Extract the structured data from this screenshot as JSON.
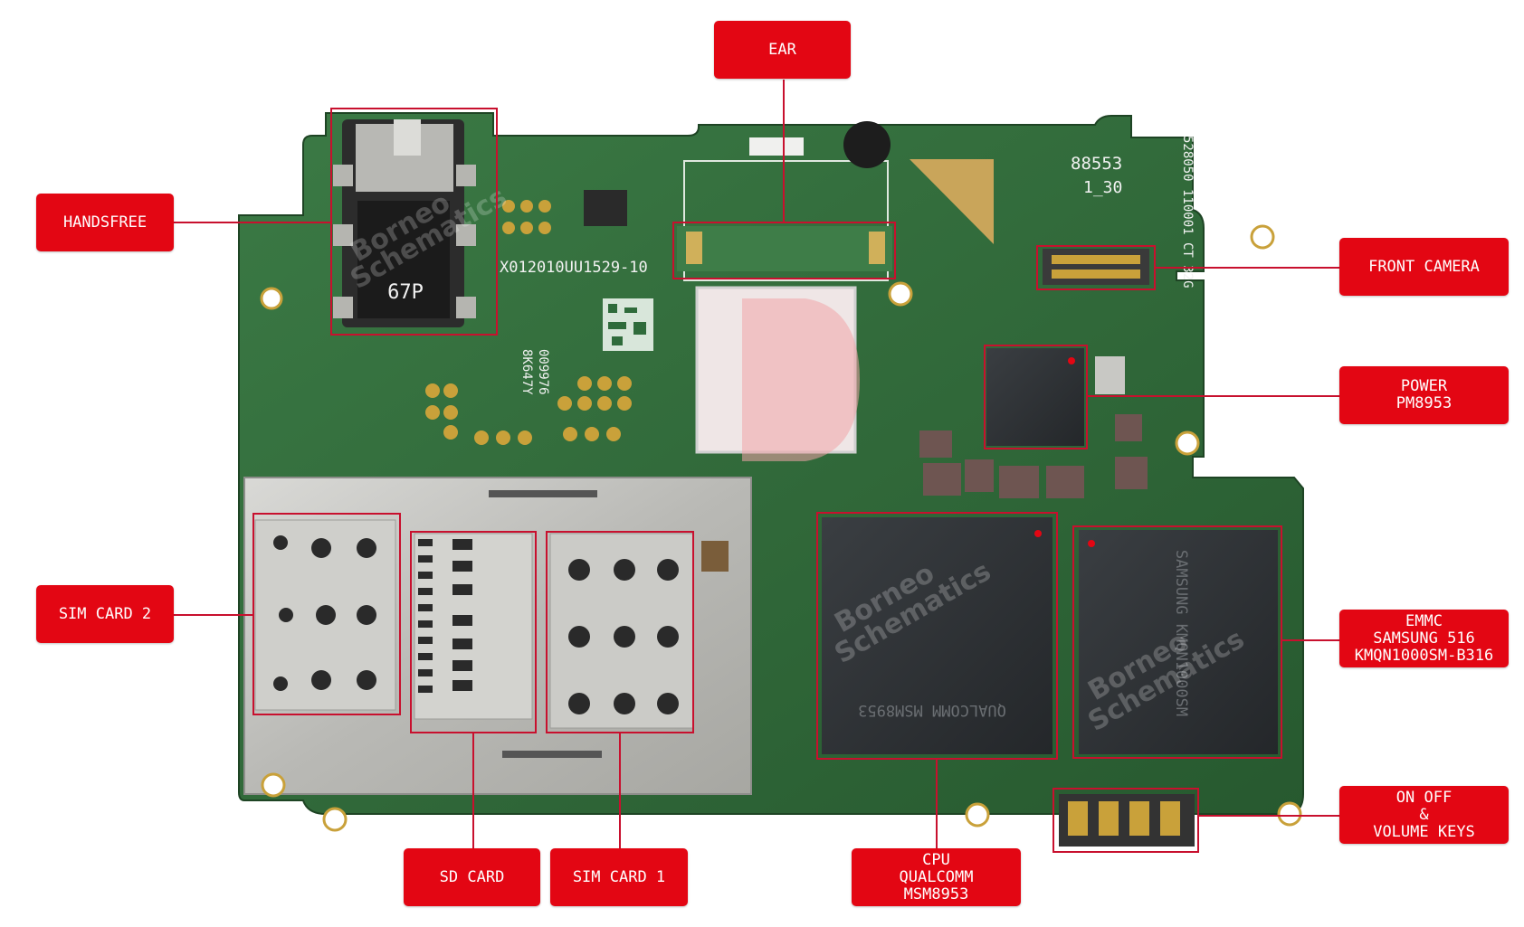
{
  "board": {
    "markings": {
      "part_number": "X012010UU1529-10",
      "model": "88553",
      "revision": "1_30",
      "side_code": "528050 110001 CT 32G",
      "lot_a": "8K647Y",
      "lot_b": "009976",
      "jack_marking": "67P"
    },
    "chip_markings": {
      "cpu": "QUALCOMM MSM8953",
      "emmc": "SAMSUNG KMQN1000SM"
    },
    "watermark": {
      "line1": "Borneo",
      "line2": "Schematics"
    },
    "colors": {
      "pcb": "#2f6b3b",
      "label": "#e30613",
      "outline": "#c8102e"
    }
  },
  "labels": {
    "ear": {
      "lines": [
        "EAR"
      ]
    },
    "handsfree": {
      "lines": [
        "HANDSFREE"
      ]
    },
    "front_camera": {
      "lines": [
        "FRONT CAMERA"
      ]
    },
    "power": {
      "lines": [
        "POWER",
        "PM8953"
      ]
    },
    "sim_card_2": {
      "lines": [
        "SIM CARD 2"
      ]
    },
    "emmc": {
      "lines": [
        "EMMC",
        "SAMSUNG 516",
        "KMQN1000SM-B316"
      ]
    },
    "on_off": {
      "lines": [
        "ON OFF",
        "&",
        "VOLUME KEYS"
      ]
    },
    "sd_card": {
      "lines": [
        "SD CARD"
      ]
    },
    "sim_card_1": {
      "lines": [
        "SIM CARD 1"
      ]
    },
    "cpu": {
      "lines": [
        "CPU",
        "QUALCOMM",
        "MSM8953"
      ]
    }
  }
}
